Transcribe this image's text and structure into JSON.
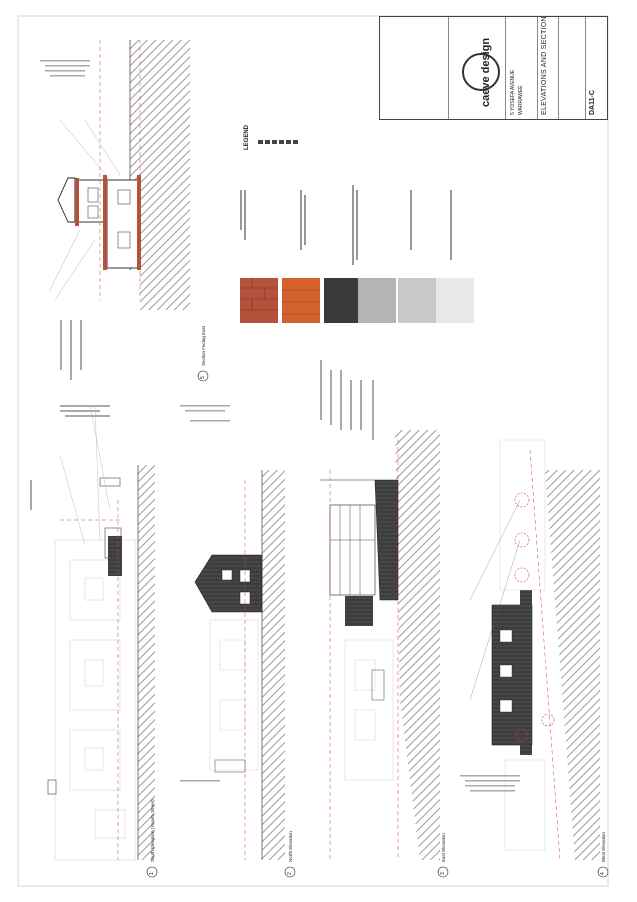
{
  "title_block": {
    "firm_name": "caeve design",
    "drawing_title": "ELEVATIONS AND SECTION",
    "drawing_number": "DA11-C",
    "address_line": "5 YOSEFA AVENUE",
    "suburb": "WARRAWEE"
  },
  "legend": {
    "heading": "LEGEND"
  },
  "views": [
    {
      "number": "1",
      "label": "South Elevation (Yosefa Street)"
    },
    {
      "number": "2",
      "label": "North Elevation"
    },
    {
      "number": "3",
      "label": "East Elevation"
    },
    {
      "number": "4",
      "label": "West Elevation"
    },
    {
      "number": "5",
      "label": "Section Facing East"
    }
  ],
  "colors": {
    "brick": "#b5523c",
    "tile": "#d4622e",
    "charcoal": "#3a3a3a",
    "grey_mid": "#b4b4b4",
    "grey_light": "#c8c8c8",
    "grey_pale": "#e8e8e8",
    "red_dash": "#d64040"
  }
}
